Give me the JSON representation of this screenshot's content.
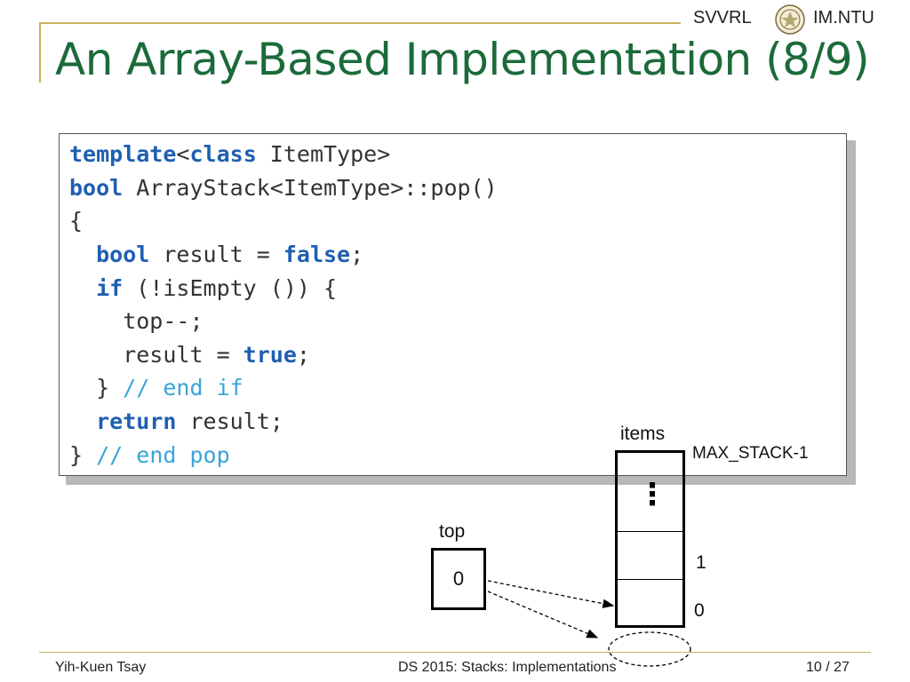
{
  "header": {
    "brand_left": "SVVRL",
    "brand_right": "IM.NTU",
    "seal_icon": "ntu-seal-icon"
  },
  "slide": {
    "title": "An Array-Based Implementation (8/9)"
  },
  "code": {
    "lines": [
      [
        {
          "t": "template",
          "k": "kw"
        },
        {
          "t": "<",
          "k": ""
        },
        {
          "t": "class",
          "k": "kw"
        },
        {
          "t": " ItemType>",
          "k": ""
        }
      ],
      [
        {
          "t": "bool",
          "k": "kw"
        },
        {
          "t": " ArrayStack<ItemType>::pop()",
          "k": ""
        }
      ],
      [
        {
          "t": "{",
          "k": ""
        }
      ],
      [
        {
          "t": "  ",
          "k": ""
        },
        {
          "t": "bool",
          "k": "kw"
        },
        {
          "t": " result = ",
          "k": ""
        },
        {
          "t": "false",
          "k": "kw"
        },
        {
          "t": ";",
          "k": ""
        }
      ],
      [
        {
          "t": "  ",
          "k": ""
        },
        {
          "t": "if",
          "k": "kw"
        },
        {
          "t": " (!isEmpty ()) {",
          "k": ""
        }
      ],
      [
        {
          "t": "    top--;",
          "k": ""
        }
      ],
      [
        {
          "t": "    result = ",
          "k": ""
        },
        {
          "t": "true",
          "k": "kw"
        },
        {
          "t": ";",
          "k": ""
        }
      ],
      [
        {
          "t": "  } ",
          "k": ""
        },
        {
          "t": "// end if",
          "k": "cm"
        }
      ],
      [
        {
          "t": "  ",
          "k": ""
        },
        {
          "t": "return",
          "k": "kw"
        },
        {
          "t": " result;",
          "k": ""
        }
      ],
      [
        {
          "t": "} ",
          "k": ""
        },
        {
          "t": "// end pop",
          "k": "cm"
        }
      ]
    ]
  },
  "diagram": {
    "items_label": "items",
    "max_label": "MAX_STACK-1",
    "ellipsis": "⋮",
    "index_1": "1",
    "index_0": "0",
    "top_label": "top",
    "top_value": "0"
  },
  "footer": {
    "author": "Yih-Kuen Tsay",
    "course": "DS 2015: Stacks: Implementations",
    "page": "10",
    "total": "27"
  },
  "colors": {
    "title": "#1b6b3a",
    "keyword": "#1f5fb0",
    "comment": "#3aa4d8",
    "rule": "#c8b560"
  }
}
